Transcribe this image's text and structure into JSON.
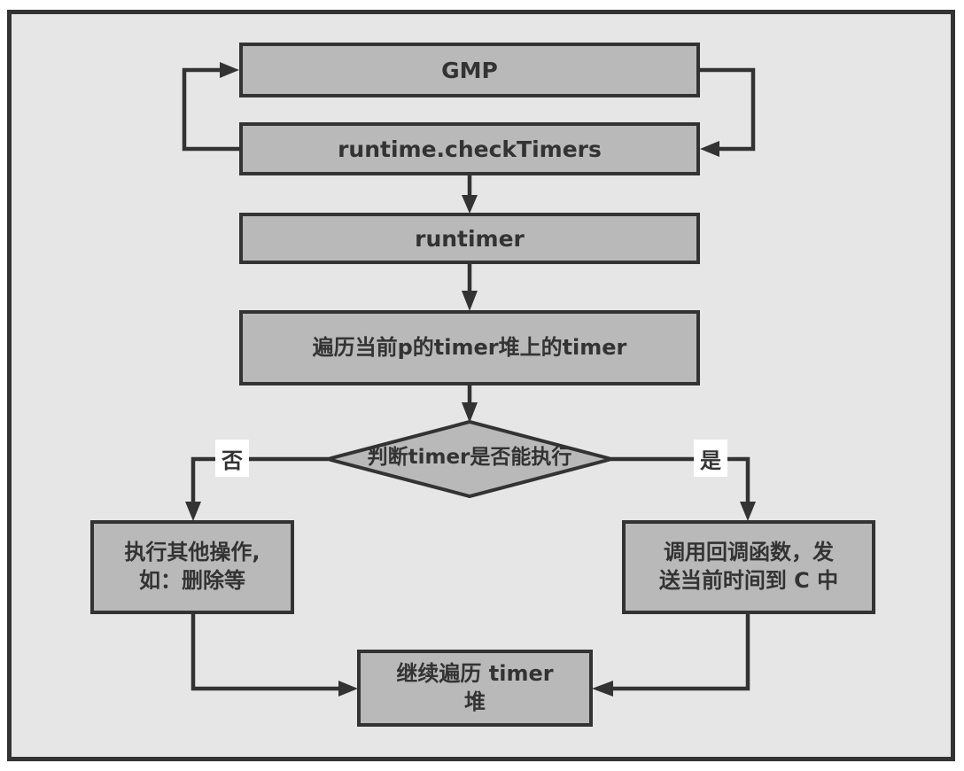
{
  "diagram": {
    "nodes": {
      "gmp": {
        "label": "GMP"
      },
      "check_timers": {
        "label": "runtime.checkTimers"
      },
      "runtimer": {
        "label": "runtimer"
      },
      "iterate": {
        "label": "遍历当前p的timer堆上的timer"
      },
      "decision": {
        "label": "判断timer是否能执行"
      },
      "other_ops": {
        "label": "执行其他操作,\n如：删除等"
      },
      "callback": {
        "label": "调用回调函数，发\n送当前时间到 C 中"
      },
      "continue_iterate": {
        "label": "继续遍历 timer\n堆"
      }
    },
    "branch_labels": {
      "no": "否",
      "yes": "是"
    },
    "colors": {
      "canvas_background": "#e6e6e6",
      "node_fill": "#b9b9b9",
      "stroke": "#333333",
      "branch_label_background": "#ffffff"
    }
  }
}
